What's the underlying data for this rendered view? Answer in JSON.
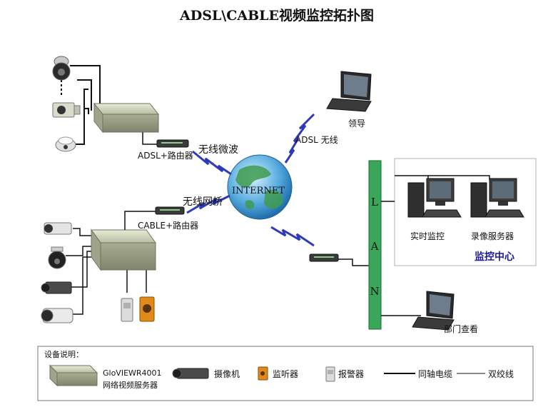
{
  "title": "ADSL\\CABLE视频监控拓扑图",
  "labels": {
    "adsl_router": "ADSL+路由器",
    "cable_router": "CABLE+路由器",
    "microwave": "无线微波",
    "wireless_bridge": "无线网桥",
    "adsl_wireless": "ADSL 无线",
    "internet": "INTERNET",
    "leader": "领导",
    "realtime_monitor": "实时监控",
    "record_server": "录像服务器",
    "monitor_center": "监控中心",
    "department_view": "部门查看",
    "lan": [
      "L",
      "A",
      "N"
    ]
  },
  "legend": {
    "heading": "设备说明：",
    "device_model": "GloVIEWR4001",
    "device_desc": "网络视频服务器",
    "camera": "摄像机",
    "listener": "监听器",
    "alarm": "报警器",
    "coax": "同轴电缆",
    "twisted_pair": "双绞线"
  },
  "colors": {
    "lan_bar": "#3aa65a",
    "wireless_bolt": "#2e3bb8",
    "globe": "#4a9fd8",
    "monitor_center_text": "#1a1aa0"
  }
}
